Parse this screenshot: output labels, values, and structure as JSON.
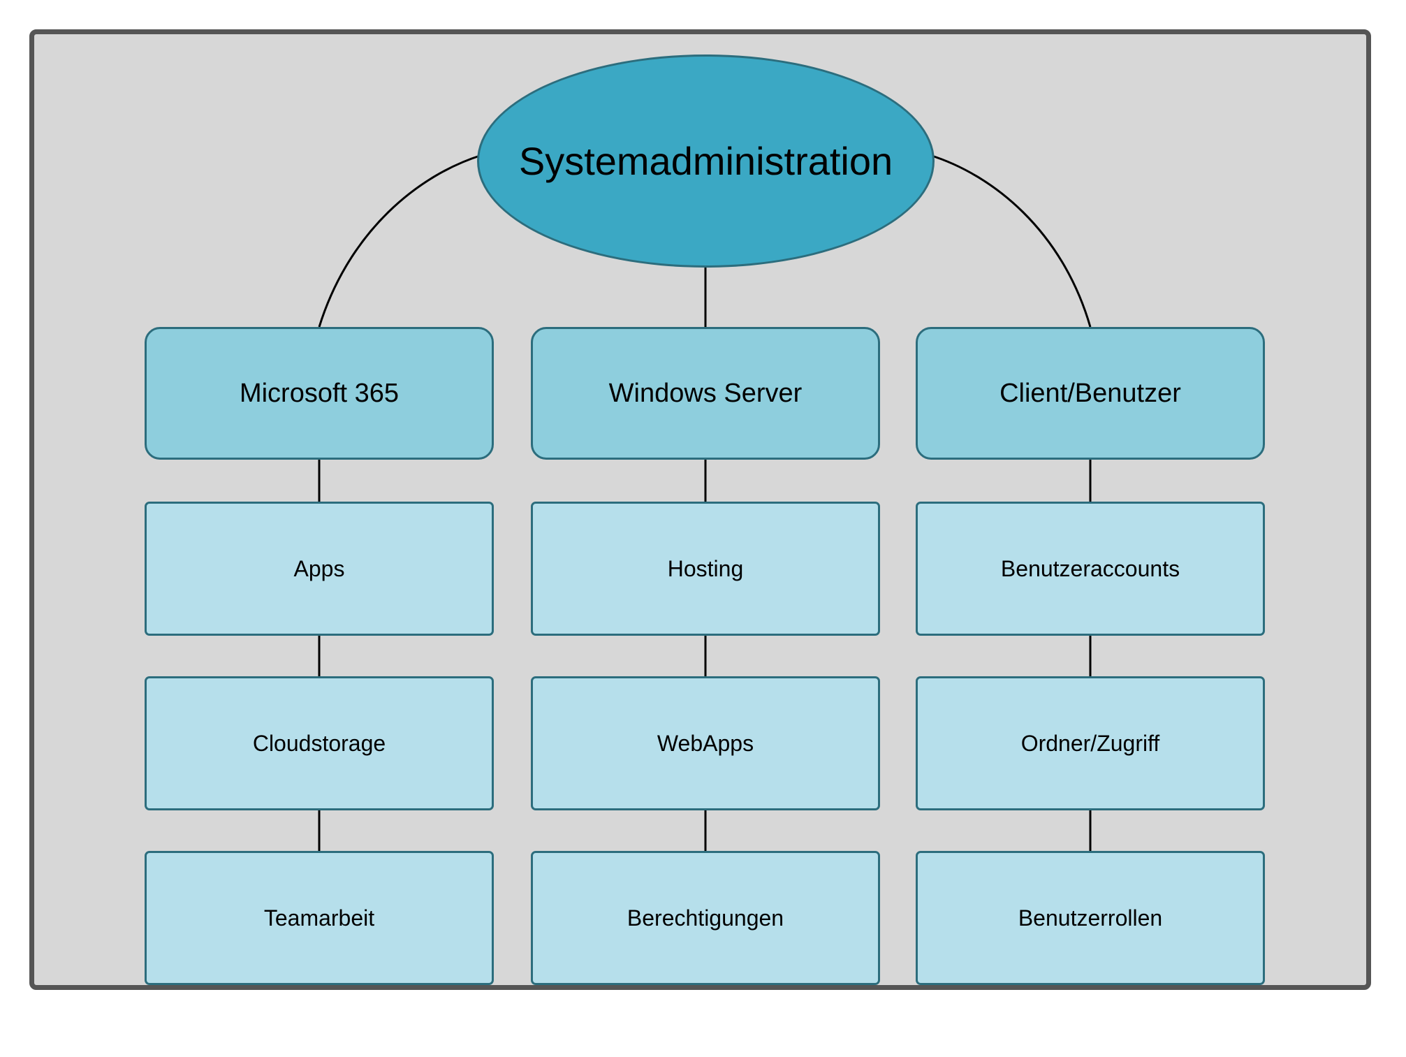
{
  "diagram": {
    "title": "Systemadministration",
    "type": "mind-map",
    "colors": {
      "page_background": "#ffffff",
      "canvas_background": "#d7d7d7",
      "canvas_border": "#555555",
      "root_fill": "#3ba8c4",
      "branch_fill": "#8ecedd",
      "leaf_fill": "#b6dfeb",
      "node_stroke": "#2c6d7d",
      "connector_stroke": "#000000",
      "text": "#000000"
    },
    "root": {
      "label": "Systemadministration",
      "shape": "ellipse"
    },
    "branches": [
      {
        "label": "Microsoft 365",
        "shape": "rounded-rectangle",
        "leaves": [
          {
            "label": "Apps",
            "shape": "rectangle"
          },
          {
            "label": "Cloudstorage",
            "shape": "rectangle"
          },
          {
            "label": "Teamarbeit",
            "shape": "rectangle"
          }
        ]
      },
      {
        "label": "Windows Server",
        "shape": "rounded-rectangle",
        "leaves": [
          {
            "label": "Hosting",
            "shape": "rectangle"
          },
          {
            "label": "WebApps",
            "shape": "rectangle"
          },
          {
            "label": "Berechtigungen",
            "shape": "rectangle"
          }
        ]
      },
      {
        "label": "Client/Benutzer",
        "shape": "rounded-rectangle",
        "leaves": [
          {
            "label": "Benutzeraccounts",
            "shape": "rectangle"
          },
          {
            "label": "Ordner/Zugriff",
            "shape": "rectangle"
          },
          {
            "label": "Benutzerrollen",
            "shape": "rectangle"
          }
        ]
      }
    ]
  }
}
